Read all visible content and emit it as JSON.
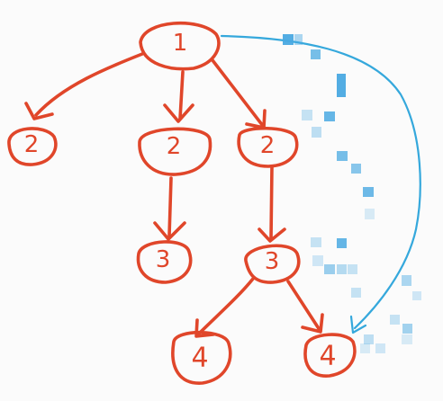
{
  "colors": {
    "ink": "#e0462a",
    "highlight": "#35a8dc",
    "censor": "#4aa9e2",
    "background": "#fbfbfb"
  },
  "nodes": [
    {
      "id": "root",
      "label": "1"
    },
    {
      "id": "left-child",
      "label": "2"
    },
    {
      "id": "middle-child",
      "label": "2"
    },
    {
      "id": "right-child",
      "label": "2"
    },
    {
      "id": "middle-grandchild",
      "label": "3"
    },
    {
      "id": "right-grandchild",
      "label": "3"
    },
    {
      "id": "left-great-grandchild",
      "label": "4"
    },
    {
      "id": "right-great-grandchild",
      "label": "4"
    }
  ]
}
